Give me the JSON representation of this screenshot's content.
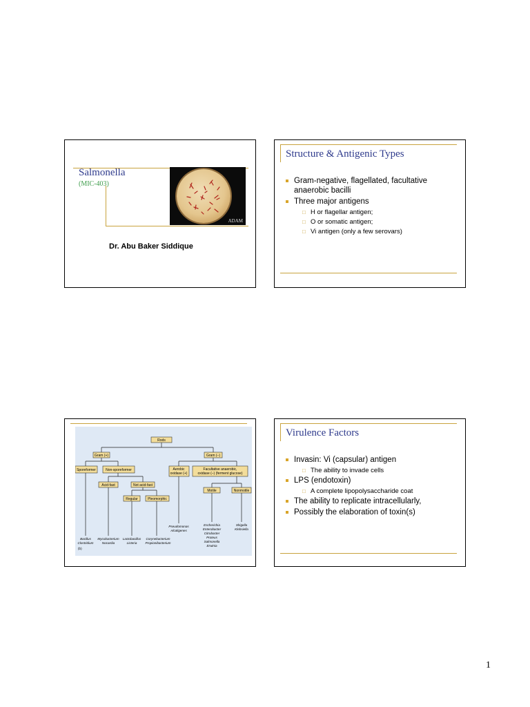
{
  "slide1": {
    "title": "Salmonella",
    "subtitle": "(MIC-403)",
    "author": "Dr. Abu Baker Siddique",
    "image_credit": "ADAM"
  },
  "slide2": {
    "title": "Structure & Antigenic Types",
    "bullets": [
      {
        "text": "Gram-negative, flagellated, facultative anaerobic bacilli",
        "level": 1
      },
      {
        "text": "Three major antigens",
        "level": 1
      },
      {
        "text": "H or flagellar antigen;",
        "level": 2
      },
      {
        "text": "O or somatic antigen;",
        "level": 2
      },
      {
        "text": "Vi antigen (only a few serovars)",
        "level": 2
      }
    ]
  },
  "slide3": {
    "diagram": {
      "nodes": {
        "rods": "Rods",
        "gram_pos": "Gram (+)",
        "gram_neg": "Gram (–)",
        "sporeformer": "Sporeformer",
        "non_sporeformer": "Non-sporeformer",
        "aerobic_1": "Aerobic",
        "aerobic_2": "oxidase (+)",
        "facultative_1": "Facultative anaerobic,",
        "facultative_2": "oxidase (–) (ferment glucose)",
        "acid_fast": "Acid-fast",
        "not_acid_fast": "Not acid-fast",
        "motile": "Motile",
        "nonmotile": "Nonmotile",
        "regular": "Regular",
        "pleomorphic": "Pleomorphic"
      },
      "leaves": {
        "spore": [
          "Bacillus",
          "Clostridium"
        ],
        "acidfast": [
          "Mycobacterium",
          "Nocardia"
        ],
        "regular": [
          "Lactobacillus",
          "Listeria"
        ],
        "pleo": [
          "Corynebacterium",
          "Propionibacterium"
        ],
        "aerobic": [
          "Pseudomonas",
          "Alcaligenes"
        ],
        "motile": [
          "Escherichia",
          "Enterobacter",
          "Citrobacter",
          "Proteus",
          "Salmonella",
          "Erwinia"
        ],
        "nonmotile": [
          "Shigella",
          "Klebsiella"
        ]
      },
      "panel_label": "(b)"
    }
  },
  "slide4": {
    "title": "Virulence Factors",
    "bullets": [
      {
        "text": "Invasin: Vi (capsular) antigen",
        "level": 1
      },
      {
        "text": "The ability to invade cells",
        "level": 2
      },
      {
        "text": "LPS (endotoxin)",
        "level": 1
      },
      {
        "text": "A complete lipopolysaccharide coat",
        "level": 2
      },
      {
        "text": "The ability to replicate intracellularly,",
        "level": 1
      },
      {
        "text": "Possibly the elaboration of toxin(s)",
        "level": 1
      }
    ]
  },
  "page_number": "1",
  "colors": {
    "title_blue": "#2e3a8c",
    "subtitle_green": "#3d9b4a",
    "accent_gold": "#c8a23c",
    "bullet_gold": "#d9a52a",
    "diagram_bg": "#dfe9f5",
    "diagram_box": "#f3dd9a"
  }
}
